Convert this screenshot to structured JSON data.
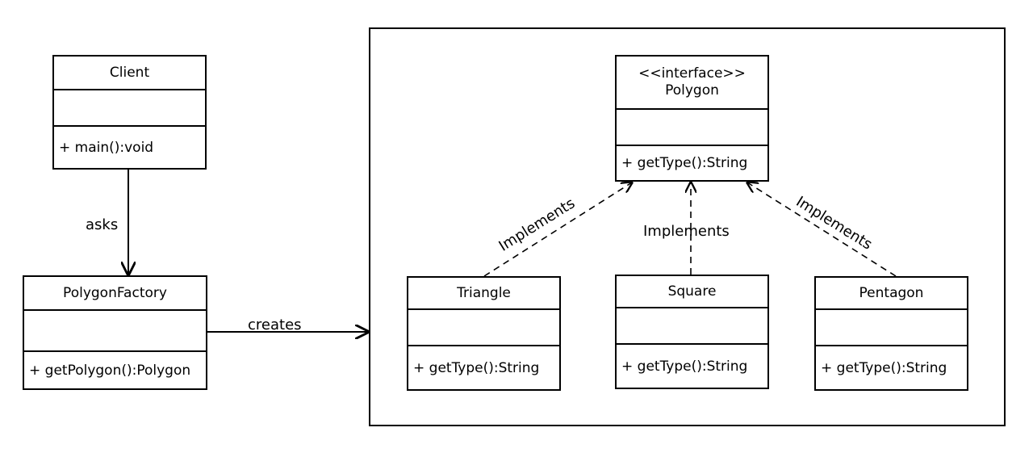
{
  "classes": {
    "client": {
      "name": "Client",
      "operation": "+ main():void"
    },
    "factory": {
      "name": "PolygonFactory",
      "operation": "+ getPolygon():Polygon"
    },
    "polygon": {
      "stereotype": "<<interface>>",
      "name": "Polygon",
      "operation": "+ getType():String"
    },
    "triangle": {
      "name": "Triangle",
      "operation": "+ getType():String"
    },
    "square": {
      "name": "Square",
      "operation": "+ getType():String"
    },
    "pentagon": {
      "name": "Pentagon",
      "operation": "+ getType():String"
    }
  },
  "relations": {
    "asks": "asks",
    "creates": "creates",
    "implements_triangle": "Implements",
    "implements_square": "Implements",
    "implements_pentagon": "Implements"
  }
}
